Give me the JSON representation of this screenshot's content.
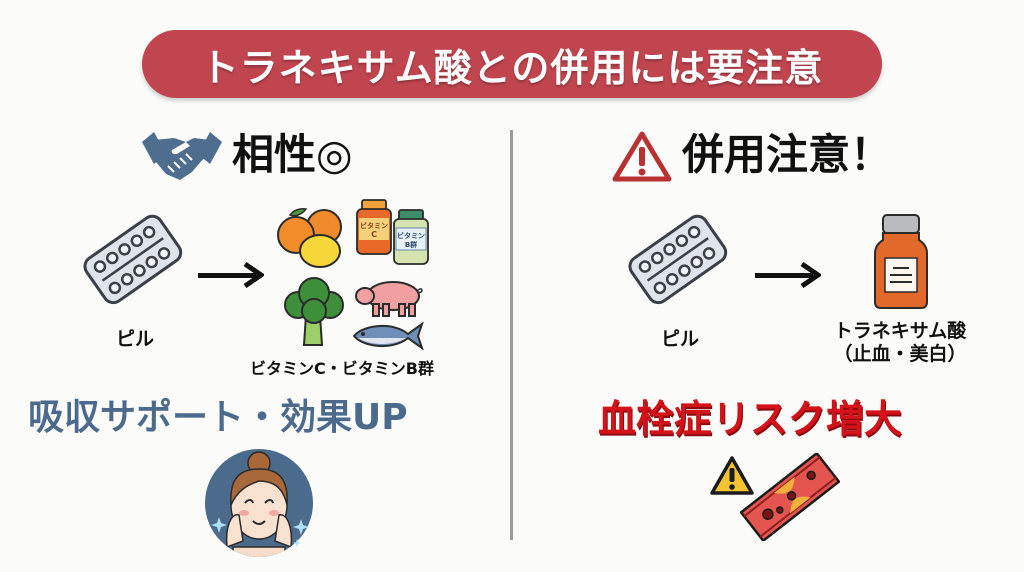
{
  "title": "トラネキサム酸との併用には要注意",
  "colors": {
    "title_bg": "#c0454f",
    "benefit_text": "#4b6a8c",
    "risk_text": "#d3121a",
    "divider": "#9a9a9a",
    "warning_red": "#c0393b",
    "warning_yellow": "#f4c430"
  },
  "left": {
    "heading": "相性◎",
    "heading_icon": "handshake-icon",
    "from_label": "ピル",
    "from_icon": "pill-pack-icon",
    "arrow_icon": "arrow-right-icon",
    "to_icons": [
      "citrus-fruits-icon",
      "vitamin-c-bottle-icon",
      "vitamin-b-bottle-icon",
      "broccoli-icon",
      "pig-icon",
      "fish-icon"
    ],
    "bottle_c_label": "ビタミン C",
    "bottle_b_label": "ビタミン B群",
    "to_label": "ビタミンC・ビタミンB群",
    "result": "吸収サポート・効果UP",
    "result_icon": "happy-woman-icon"
  },
  "right": {
    "heading": "併用注意！",
    "heading_icon": "warning-triangle-icon",
    "from_label": "ピル",
    "from_icon": "pill-pack-icon",
    "arrow_icon": "arrow-right-icon",
    "to_icon": "medicine-bottle-icon",
    "to_label_line1": "トラネキサム酸",
    "to_label_line2": "（止血・美白）",
    "result": "血栓症リスク増大",
    "result_icons": [
      "caution-sign-icon",
      "blood-clot-vessel-icon"
    ]
  }
}
